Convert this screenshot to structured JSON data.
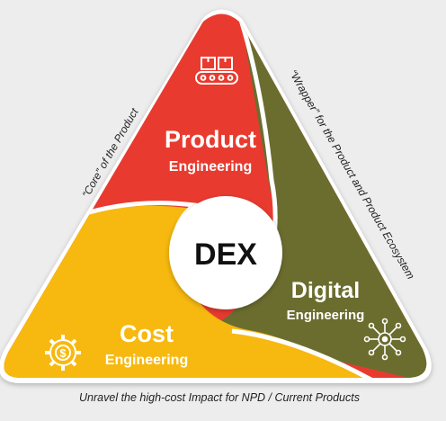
{
  "center": {
    "label": "DEX"
  },
  "segments": {
    "product": {
      "title": "Product",
      "subtitle": "Engineering",
      "color": "#e93a2f",
      "icon": "conveyor-boxes-icon"
    },
    "digital": {
      "title": "Digital",
      "subtitle": "Engineering",
      "color": "#6b6d2f",
      "icon": "circuit-network-icon"
    },
    "cost": {
      "title": "Cost",
      "subtitle": "Engineering",
      "color": "#f7b90f",
      "icon": "dollar-gear-icon"
    }
  },
  "side_labels": {
    "left": "“Core” of the Product",
    "right": "“Wrapper” for the Product and Product Ecosystem",
    "bottom": "Unravel the high-cost Impact for NPD / Current Products"
  }
}
